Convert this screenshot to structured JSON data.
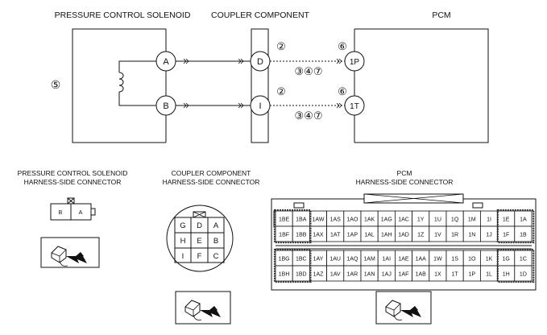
{
  "titles": {
    "solenoid": "PRESSURE CONTROL SOLENOID",
    "coupler": "COUPLER COMPONENT",
    "pcm": "PCM"
  },
  "terminals": {
    "sol_a": "A",
    "sol_b": "B",
    "coupler_d": "D",
    "coupler_i": "I",
    "pcm_1p": "1P",
    "pcm_1t": "1T"
  },
  "callouts": {
    "c5": "⑤",
    "d_top": "②",
    "d_bottom": "③④⑦",
    "p_top": "⑥",
    "i_top": "②",
    "i_bottom": "③④⑦",
    "t_top": "⑥"
  },
  "connector_titles": {
    "solenoid_line1": "PRESSURE CONTROL SOLENOID",
    "solenoid_line2": "HARNESS-SIDE CONNECTOR",
    "coupler_line1": "COUPLER COMPONENT",
    "coupler_line2": "HARNESS-SIDE CONNECTOR",
    "pcm_line1": "PCM",
    "pcm_line2": "HARNESS-SIDE CONNECTOR"
  },
  "solenoid_connector": {
    "pins": [
      "B",
      "A"
    ]
  },
  "coupler_connector": {
    "rows": [
      [
        "G",
        "D",
        "A"
      ],
      [
        "H",
        "E",
        "B"
      ],
      [
        "I",
        "F",
        "C"
      ]
    ]
  },
  "pcm_connector": {
    "upper_rows": [
      [
        "1BE",
        "1BA",
        "1AW",
        "1AS",
        "1AO",
        "1AK",
        "1AG",
        "1AC",
        "1Y",
        "1U",
        "1Q",
        "1M",
        "1I",
        "1E",
        "1A"
      ],
      [
        "1BF",
        "1BB",
        "1AX",
        "1AT",
        "1AP",
        "1AL",
        "1AH",
        "1AD",
        "1Z",
        "1V",
        "1R",
        "1N",
        "1J",
        "1F",
        "1B"
      ]
    ],
    "lower_rows": [
      [
        "1BG",
        "1BC",
        "1AY",
        "1AU",
        "1AQ",
        "1AM",
        "1AI",
        "1AE",
        "1AA",
        "1W",
        "1S",
        "1O",
        "1K",
        "1G",
        "1C"
      ],
      [
        "1BH",
        "1BD",
        "1AZ",
        "1AV",
        "1AR",
        "1AN",
        "1AJ",
        "1AF",
        "1AB",
        "1X",
        "1T",
        "1P",
        "1L",
        "1H",
        "1D"
      ]
    ]
  }
}
